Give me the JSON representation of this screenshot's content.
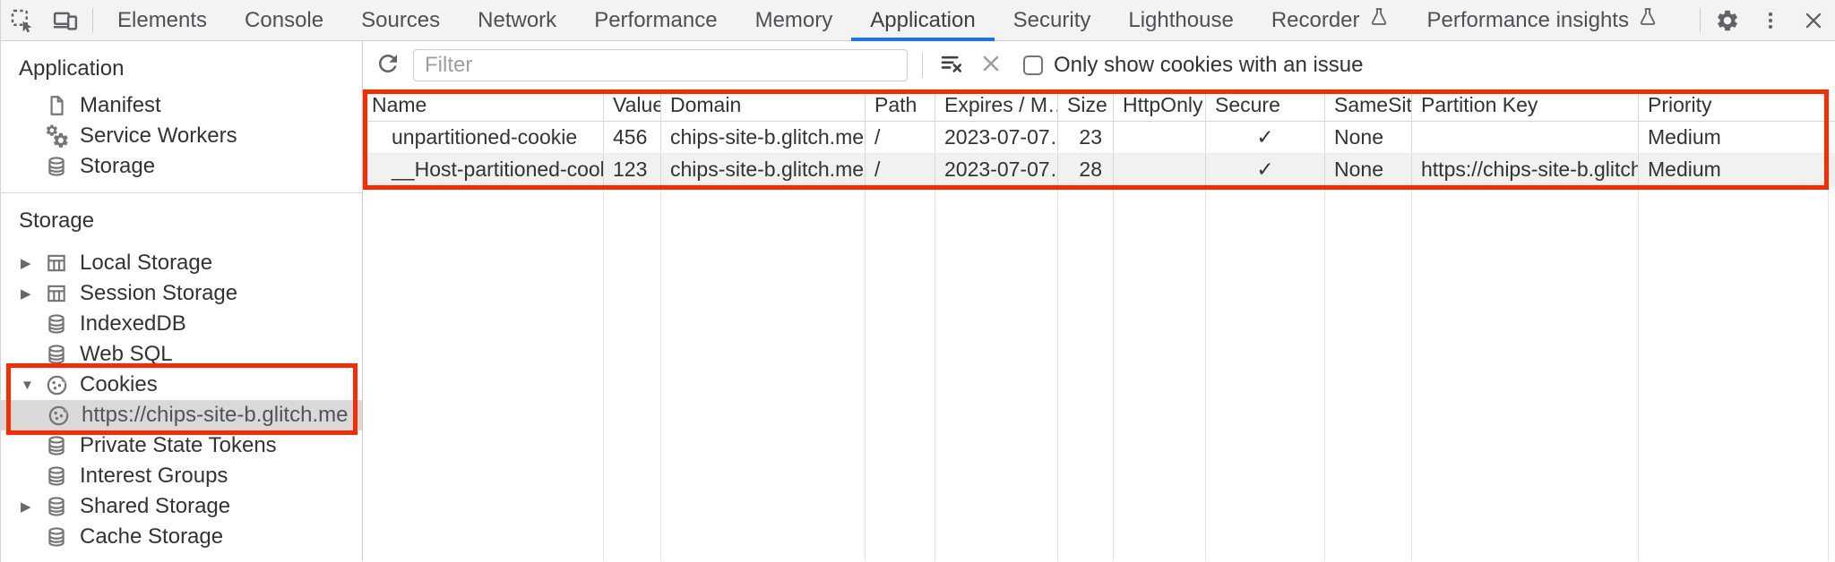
{
  "tabbar": {
    "tabs": [
      {
        "label": "Elements"
      },
      {
        "label": "Console"
      },
      {
        "label": "Sources"
      },
      {
        "label": "Network"
      },
      {
        "label": "Performance"
      },
      {
        "label": "Memory"
      },
      {
        "label": "Application",
        "selected": true
      },
      {
        "label": "Security"
      },
      {
        "label": "Lighthouse"
      },
      {
        "label": "Recorder",
        "flask": true
      },
      {
        "label": "Performance insights",
        "flask": true
      }
    ]
  },
  "sidebar": {
    "sections": [
      {
        "title": "Application",
        "items": [
          {
            "label": "Manifest",
            "icon": "document-icon"
          },
          {
            "label": "Service Workers",
            "icon": "gears-icon"
          },
          {
            "label": "Storage",
            "icon": "database-icon"
          }
        ]
      },
      {
        "title": "Storage",
        "items": [
          {
            "label": "Local Storage",
            "icon": "table-icon",
            "arrow": "collapsed"
          },
          {
            "label": "Session Storage",
            "icon": "table-icon",
            "arrow": "collapsed"
          },
          {
            "label": "IndexedDB",
            "icon": "database-icon"
          },
          {
            "label": "Web SQL",
            "icon": "database-icon"
          },
          {
            "label": "Cookies",
            "icon": "cookie-icon",
            "arrow": "expanded"
          },
          {
            "label": "https://chips-site-b.glitch.me",
            "icon": "cookie-icon",
            "selected": true
          },
          {
            "label": "Private State Tokens",
            "icon": "database-icon"
          },
          {
            "label": "Interest Groups",
            "icon": "database-icon"
          },
          {
            "label": "Shared Storage",
            "icon": "database-icon",
            "arrow": "collapsed"
          },
          {
            "label": "Cache Storage",
            "icon": "database-icon"
          }
        ]
      }
    ]
  },
  "toolbar": {
    "filter_placeholder": "Filter",
    "checkbox_label": "Only show cookies with an issue",
    "checkbox_checked": false
  },
  "icons": {
    "collapsed_arrow": "▶",
    "expanded_arrow": "▼"
  },
  "table": {
    "columns": [
      "Name",
      "Value",
      "Domain",
      "Path",
      "Expires / M…",
      "Size",
      "HttpOnly",
      "Secure",
      "SameSite",
      "Partition Key",
      "Priority"
    ],
    "rows": [
      [
        "unpartitioned-cookie",
        "456",
        "chips-site-b.glitch.me",
        "/",
        "2023-07-07…",
        "23",
        "",
        "✓",
        "None",
        "",
        "Medium"
      ],
      [
        "__Host-partitioned-cookie",
        "123",
        "chips-site-b.glitch.me",
        "/",
        "2023-07-07…",
        "28",
        "",
        "✓",
        "None",
        "https://chips-site-b.glitch.me",
        "Medium"
      ]
    ]
  },
  "colors": {
    "accent": "#1a73e8",
    "annotation": "#fb2b00",
    "selection_bg": "#d9d9d9",
    "stripe": "#f1f1f1"
  }
}
